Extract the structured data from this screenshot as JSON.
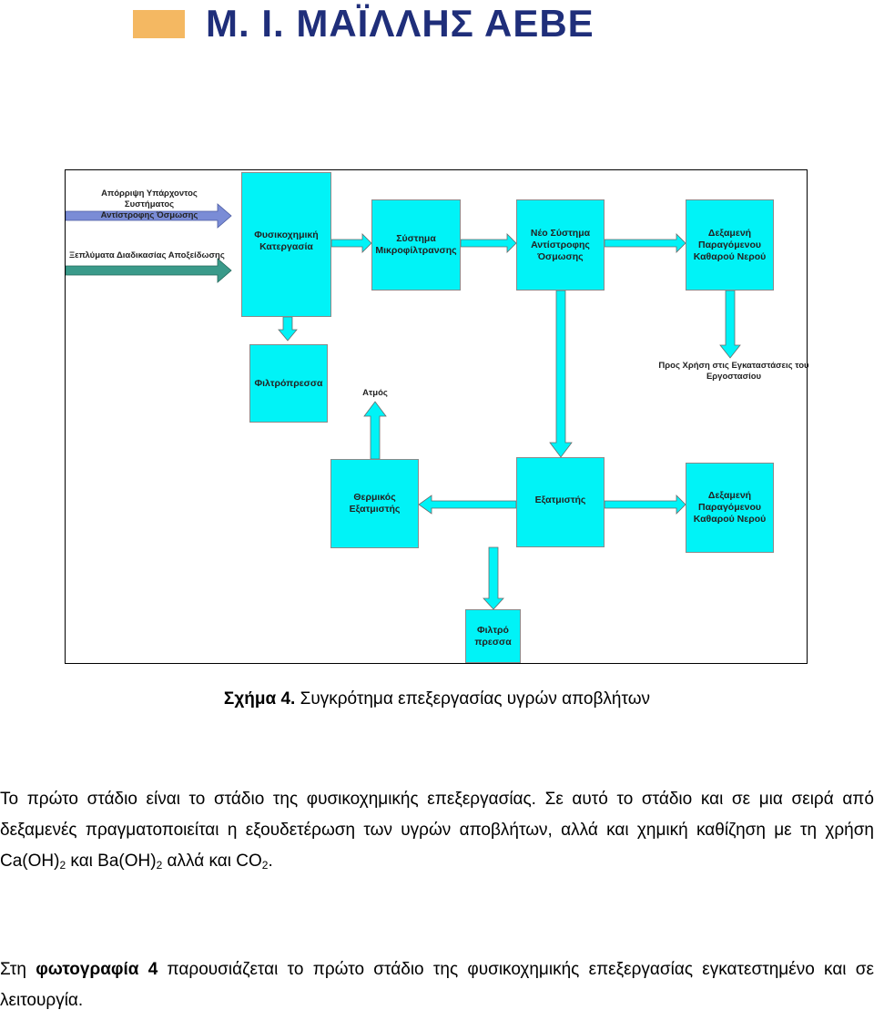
{
  "logo": {
    "text": "Μ. Ι. ΜΑΪΛΛΗΣ ΑΕΒΕ",
    "bar_color": "#f4b862",
    "text_color": "#1f2e7a"
  },
  "diagram": {
    "box_color": "#00f3f7",
    "inflow_top": "Απόρριψη Υπάρχοντος Συστήματος\nΑντίστροφης Όσμωσης",
    "inflow_bottom": "Ξεπλύματα Διαδικασίας Αποξείδωσης",
    "box_physchem": "Φυσικοχημική\nΚατεργασία",
    "box_microfilter": "Σύστημα\nΜικροφίλτρανσης",
    "box_new_ro": "Νέο Σύστημα\nΑντίστροφης\nΌσμωσης",
    "box_tank_top": "Δεξαμενή\nΠαραγόμενου\nΚαθαρού Νερού",
    "box_filterpress": "Φιλτρόπρεσσα",
    "label_steam": "Ατμός",
    "label_factory_use": "Προς Χρήση στις Εγκαταστάσεις του\nΕργοστασίου",
    "box_thermal_evap": "Θερμικός\nΕξατμιστής",
    "box_evaporator": "Εξατμιστής",
    "box_tank_bottom": "Δεξαμενή\nΠαραγόμενου\nΚαθαρού Νερού",
    "box_filter_press2": "Φιλτρό\nπρεσσα"
  },
  "caption": {
    "bold": "Σχήμα 4.",
    "text": " Συγκρότημα επεξεργασίας υγρών αποβλήτων"
  },
  "paragraph1": {
    "text_a": "Το πρώτο στάδιο είναι το στάδιο της φυσικοχημικής επεξεργασίας. Σε αυτό το στάδιο και σε μια σειρά από δεξαμενές πραγματοποιείται η εξουδετέρωση των υγρών αποβλήτων, αλλά και χημική καθίζηση με τη χρήση Ca(OH)",
    "sub1": "2",
    "text_b": " και Ba(OH)",
    "sub2": "2",
    "text_c": " αλλά και CO",
    "sub3": "2",
    "text_d": "."
  },
  "paragraph2": {
    "text_a": "Στη ",
    "bold": "φωτογραφία 4",
    "text_b": " παρουσιάζεται το πρώτο στάδιο της φυσικοχημικής επεξεργασίας εγκατεστημένο και σε λειτουργία."
  }
}
